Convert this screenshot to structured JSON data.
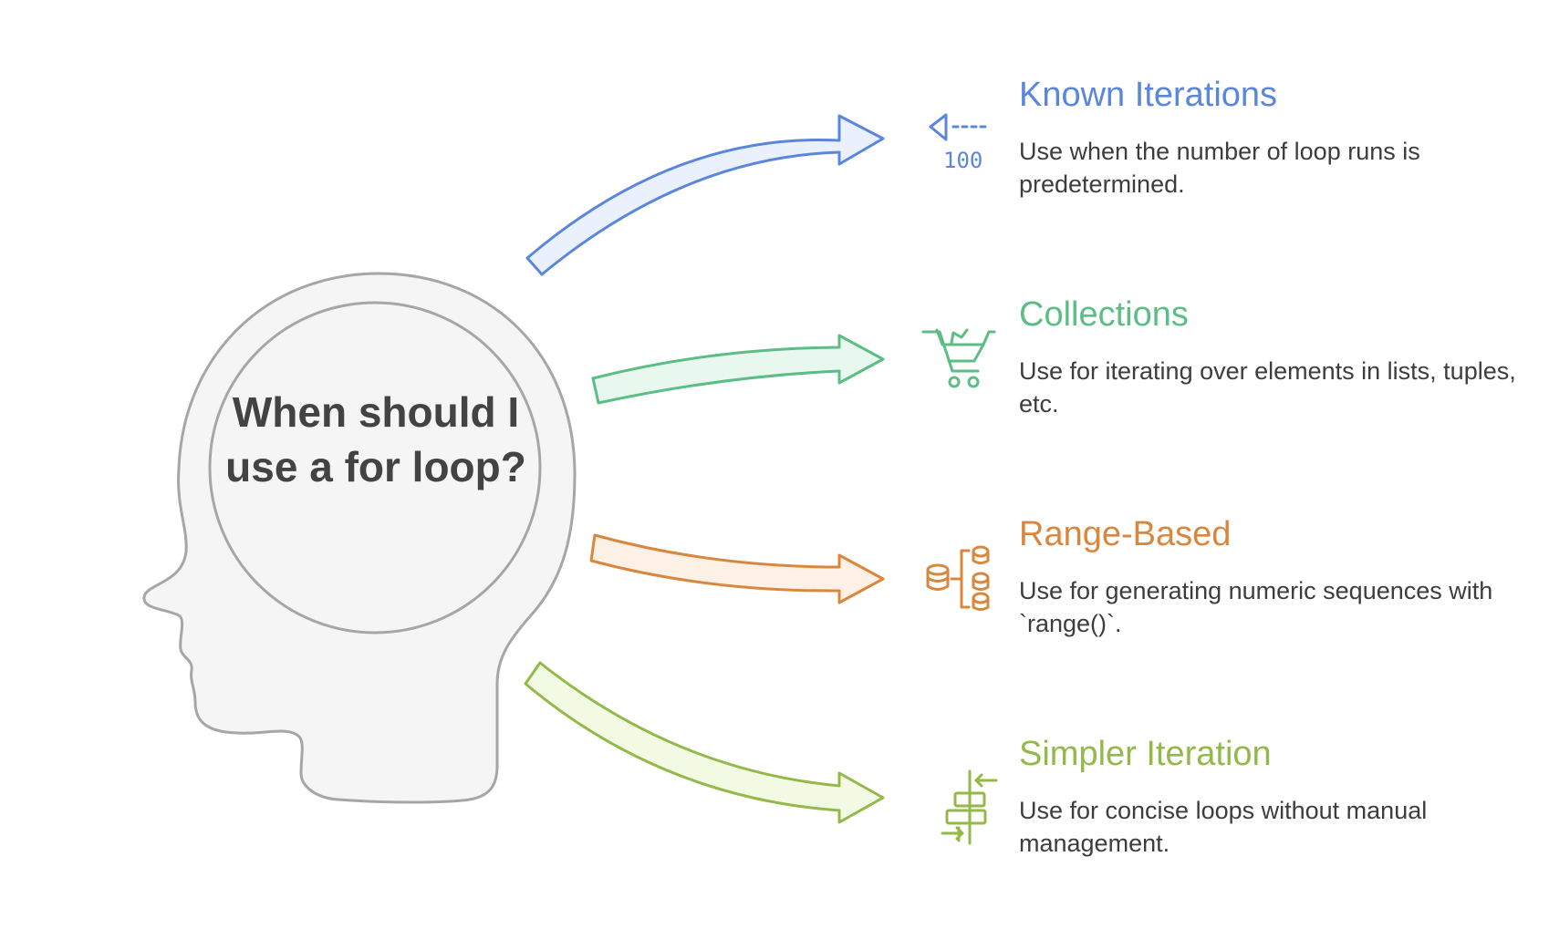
{
  "question": {
    "text": "When should I use a for loop?"
  },
  "branches": [
    {
      "title": "Known Iterations",
      "description": "Use when the number of loop runs is predetermined.",
      "icon": "counter-100-icon",
      "icon_label": "100",
      "color": "#5b86de",
      "fill": "#eaf1fd"
    },
    {
      "title": "Collections",
      "description": "Use for iterating over elements in lists, tuples, etc.",
      "icon": "shopping-cart-icon",
      "color": "#5cbd85",
      "fill": "#e8f8ee"
    },
    {
      "title": "Range-Based",
      "description": "Use for generating numeric sequences with `range()`.",
      "icon": "database-sequence-icon",
      "color": "#d9873e",
      "fill": "#fdf1e6"
    },
    {
      "title": "Simpler Iteration",
      "description": "Use for concise loops without manual management.",
      "icon": "align-arrows-icon",
      "color": "#93b94a",
      "fill": "#f3fae3"
    }
  ]
}
